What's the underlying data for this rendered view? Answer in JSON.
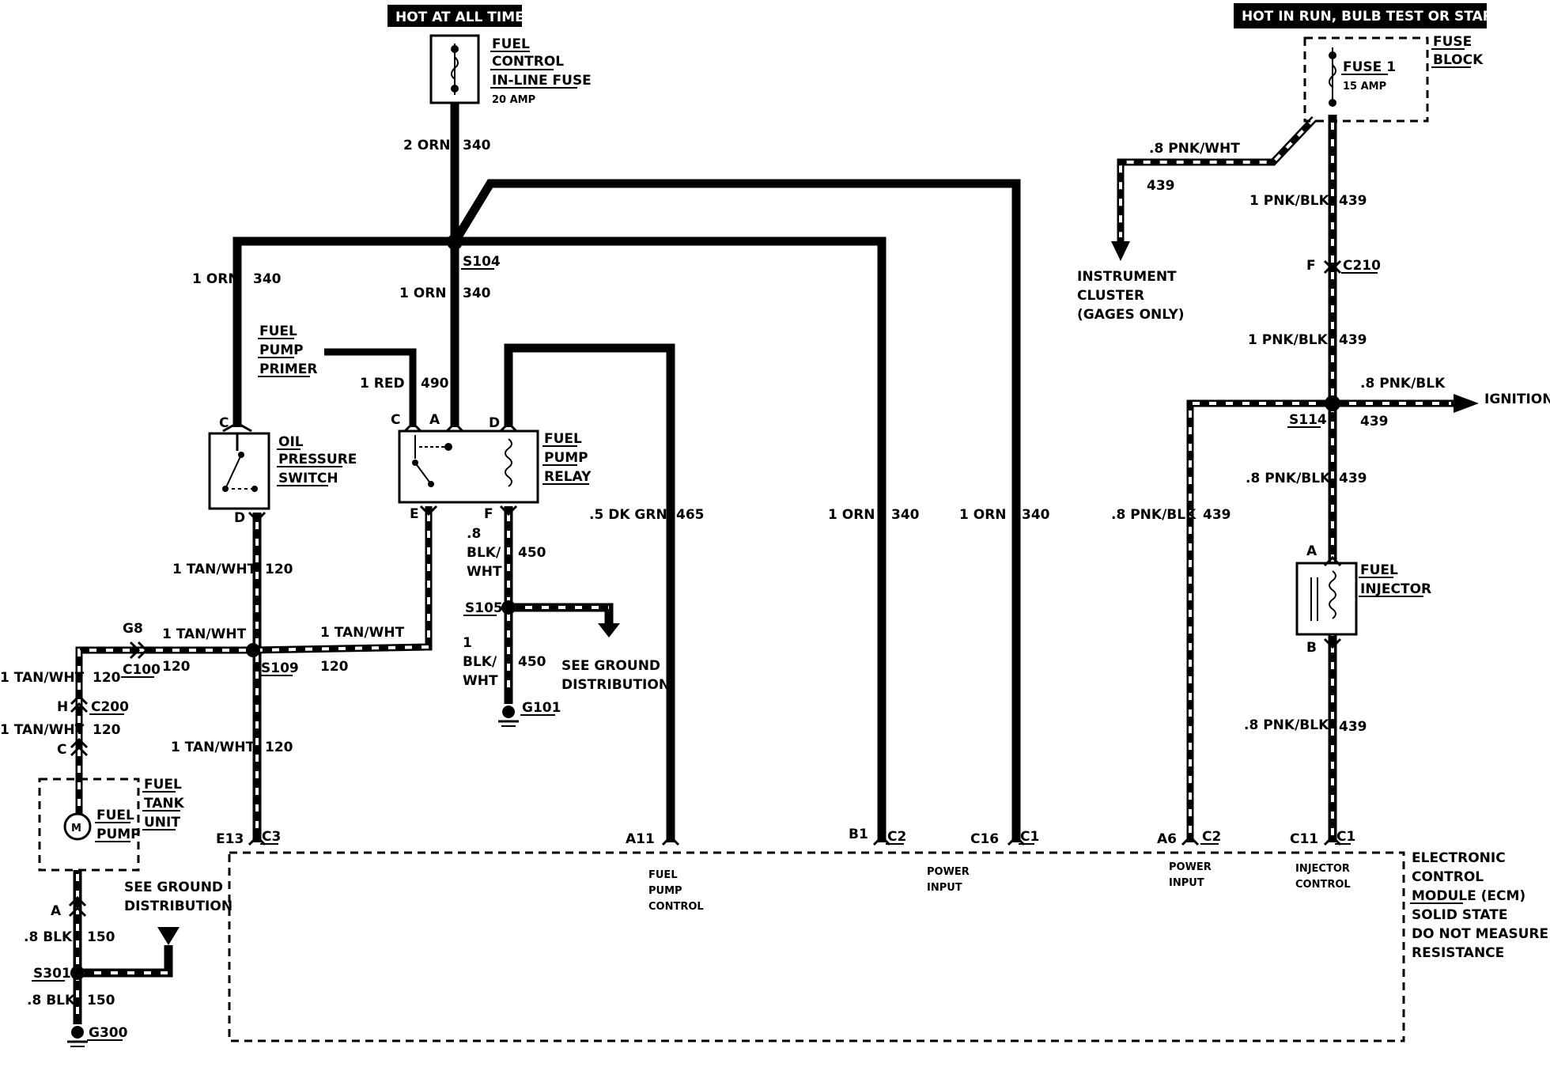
{
  "banners": {
    "hot_at_all_times": "HOT AT ALL TIMES",
    "hot_in_run": "HOT IN RUN, BULB TEST OR START"
  },
  "components": {
    "fuel_control_fuse": [
      "FUEL",
      "CONTROL",
      "IN-LINE FUSE"
    ],
    "fuel_control_fuse_rating": "20 AMP",
    "fuse_block": [
      "FUSE",
      "BLOCK"
    ],
    "fuse1": "FUSE 1",
    "fuse1_rating": "15 AMP",
    "fuel_pump_primer": [
      "FUEL",
      "PUMP",
      "PRIMER"
    ],
    "oil_pressure_switch": [
      "OIL",
      "PRESSURE",
      "SWITCH"
    ],
    "fuel_pump_relay": [
      "FUEL",
      "PUMP",
      "RELAY"
    ],
    "fuel_injector": [
      "FUEL",
      "INJECTOR"
    ],
    "instrument_cluster": [
      "INSTRUMENT",
      "CLUSTER",
      "(GAGES ONLY)"
    ],
    "ignition": "IGNITION",
    "fuel_tank_unit": [
      "FUEL",
      "TANK",
      "UNIT"
    ],
    "fuel_pump": [
      "FUEL",
      "PUMP"
    ],
    "motor_symbol": "M",
    "see_ground_1": [
      "SEE GROUND",
      "DISTRIBUTION"
    ],
    "see_ground_2": [
      "SEE GROUND",
      "DISTRIBUTION"
    ],
    "ecm": [
      "ELECTRONIC",
      "CONTROL",
      "MODULE (ECM)",
      "SOLID STATE",
      "DO NOT MEASURE",
      "RESISTANCE"
    ]
  },
  "splices": {
    "s104": "S104",
    "s105": "S105",
    "s109": "S109",
    "s114": "S114",
    "s301": "S301",
    "g101": "G101",
    "g300": "G300"
  },
  "connectors": {
    "c210_f": "F",
    "c210": "C210",
    "g8": "G8",
    "c100": "C100",
    "c200_h": "H",
    "c200": "C200",
    "fuel_tank_c": "C",
    "fuel_tank_a": "A",
    "oil_c": "C",
    "oil_d": "D",
    "relay_c": "C",
    "relay_a": "A",
    "relay_d": "D",
    "relay_e": "E",
    "relay_f": "F",
    "inj_a": "A",
    "inj_b": "B",
    "e13": "E13",
    "c3": "C3",
    "a11": "A11",
    "b1": "B1",
    "c2_b1": "C2",
    "c16": "C16",
    "c1_c16": "C1",
    "a6": "A6",
    "c2_a6": "C2",
    "c11": "C11",
    "c1_c11": "C1"
  },
  "wires": {
    "fuse_out": {
      "gauge": "2 ORN",
      "circuit": "340"
    },
    "oil_feed": {
      "gauge": "1 ORN",
      "circuit": "340"
    },
    "relay_feed": {
      "gauge": "1 ORN",
      "circuit": "340"
    },
    "primer": {
      "gauge": "1 RED",
      "circuit": "490"
    },
    "relay_d_out": {
      "gauge": ".5 DK GRN",
      "circuit": "465"
    },
    "b1_feed": {
      "gauge": "1 ORN",
      "circuit": "340"
    },
    "c16_feed": {
      "gauge": "1 ORN",
      "circuit": "340"
    },
    "cluster": {
      "gauge": ".8 PNK/WHT",
      "circuit": "439"
    },
    "fuse1_out": {
      "gauge": "1 PNK/BLK",
      "circuit": "439"
    },
    "c210_out": {
      "gauge": "1 PNK/BLK",
      "circuit": "439"
    },
    "ignition": {
      "gauge": ".8 PNK/BLK",
      "circuit": "439"
    },
    "s114_circuit": "439",
    "injector_in": {
      "gauge": ".8 PNK/BLK",
      "circuit": "439"
    },
    "a6_feed": {
      "gauge": ".8 PNK/BLK",
      "circuit": "439"
    },
    "injector_out": {
      "gauge": ".8 PNK/BLK",
      "circuit": "439"
    },
    "oil_out": {
      "gauge": "1 TAN/WHT",
      "circuit": "120"
    },
    "g8_wire": {
      "gauge": "1 TAN/WHT",
      "circuit": "120"
    },
    "relay_e_wire": {
      "gauge": "1 TAN/WHT",
      "circuit": "120"
    },
    "c100_circuit": "120",
    "c200_top": {
      "gauge": "1 TAN/WHT",
      "circuit": "120"
    },
    "c200_bot": {
      "gauge": "1 TAN/WHT",
      "circuit": "120"
    },
    "to_c3": {
      "gauge": "1 TAN/WHT",
      "circuit": "120"
    },
    "relay_f_out": {
      "gauge": [
        ".8",
        "BLK/",
        "WHT"
      ],
      "circuit": "450"
    },
    "to_g101": {
      "gauge": [
        "1",
        "BLK/",
        "WHT"
      ],
      "circuit": "450"
    },
    "tank_a_out": {
      "gauge": ".8 BLK",
      "circuit": "150"
    },
    "to_g300": {
      "gauge": ".8 BLK",
      "circuit": "150"
    }
  },
  "ecm_pins": {
    "fuel_pump_control": [
      "FUEL",
      "PUMP",
      "CONTROL"
    ],
    "power_input_1": [
      "POWER",
      "INPUT"
    ],
    "power_input_2": [
      "POWER",
      "INPUT"
    ],
    "injector_control": [
      "INJECTOR",
      "CONTROL"
    ]
  }
}
